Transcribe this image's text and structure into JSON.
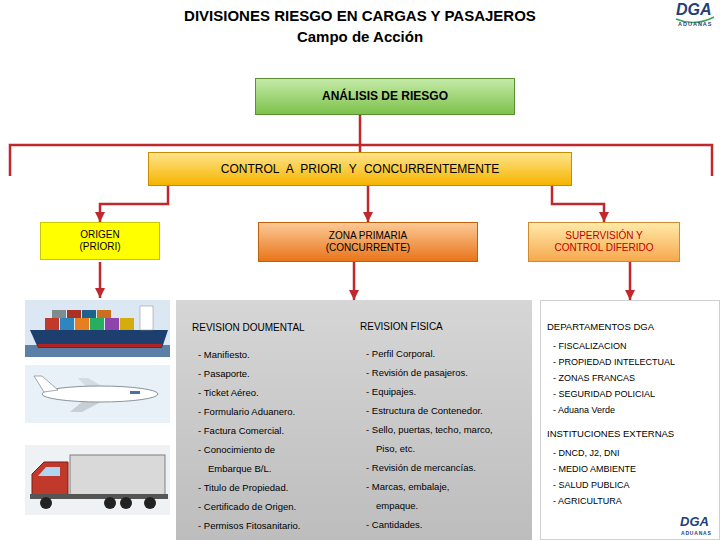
{
  "diagram": {
    "title": "DIVISIONES RIESGO EN CARGAS Y PASAJEROS",
    "nodes": [
      {
        "text": [
          "ANÁLISIS DE RIESGO"
        ]
      },
      {
        "text": [
          "CONTROL A PRIORI Y CONCURRENTEMENTE"
        ]
      },
      {
        "text": [
          "ORIGEN (PRIORI)"
        ]
      },
      {
        "text": [
          "ZONA PRIMARIA (CONCURRENTE)"
        ]
      },
      {
        "text": [
          "SUPERVISIÓN Y CONTROL DIFERIDO"
        ]
      },
      {
        "text": [
          "REVISION DOUMENTAL",
          "- Manifiesto.",
          "- Pasaporte.",
          "- Ticket Aéreo.",
          "- Formulario Aduanero.",
          "- Factura Comercial.",
          "- Conocimiento de Embarque B/L.",
          "- Titulo de Propiedad.",
          "- Certificado de Origen.",
          "- Permisos Fitosanitario.",
          "REVISION FISICA",
          "- Perfil Corporal.",
          "- Revisión de pasajeros.",
          "- Equipajes.",
          "- Estructura de Contenedor.",
          "- Sello, puertas, techo, marco, Piso, etc.",
          "- Revisión de mercancías.",
          "- Marcas, embalaje, empaque.",
          "- Cantidades."
        ]
      },
      {
        "text": [
          "DEPARTAMENTOS DGA",
          "- FISCALIZACION",
          "- PROPIEDAD INTELECTUAL",
          "- ZONAS FRANCAS",
          "- SEGURIDAD POLICIAL",
          "- Aduana Verde",
          "INSTITUCIONES EXTERNAS",
          "- DNCD, J2, DNI",
          "- MEDIO AMBIENTE",
          "- SALUD PUBLICA",
          "- AGRICULTURA"
        ]
      }
    ],
    "edges": [
      {
        "from": 0,
        "to": 1,
        "arrow": "none"
      },
      {
        "from": 1,
        "to": 2,
        "arrow": "to"
      },
      {
        "from": 1,
        "to": 3,
        "arrow": "to"
      },
      {
        "from": 1,
        "to": 4,
        "arrow": "to"
      },
      {
        "from": 3,
        "to": 5,
        "arrow": "to"
      },
      {
        "from": 4,
        "to": 6,
        "arrow": "to"
      }
    ],
    "labels": [
      "Campo de Acción",
      "DGA",
      "ADUANAS",
      "DGA",
      "ADUANAS"
    ]
  }
}
